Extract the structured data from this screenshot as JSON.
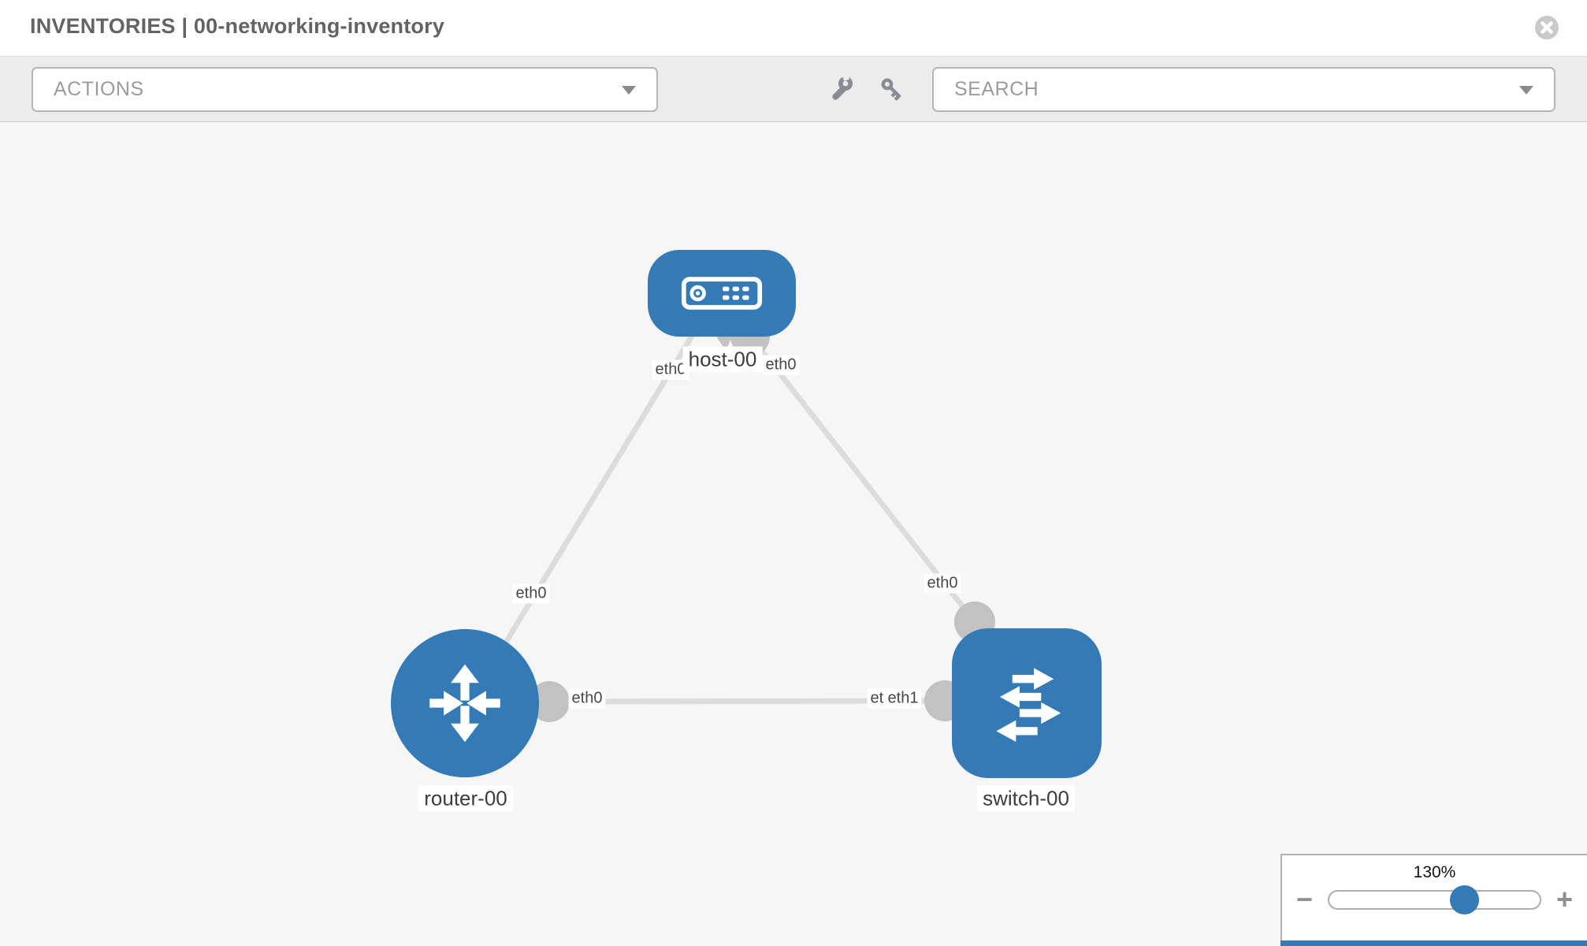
{
  "header": {
    "title": "INVENTORIES | 00-networking-inventory",
    "close_icon": "x-circle"
  },
  "toolbar": {
    "actions_label": "ACTIONS",
    "search_label": "SEARCH",
    "icons": [
      "wrench",
      "key"
    ],
    "dropdown_caret_icon": "caret-down"
  },
  "topology": {
    "nodes": [
      {
        "id": "host-00",
        "label": "host-00",
        "type": "host",
        "icon": "host-device-icon"
      },
      {
        "id": "router-00",
        "label": "router-00",
        "type": "router",
        "icon": "router-arrows-icon"
      },
      {
        "id": "switch-00",
        "label": "switch-00",
        "type": "switch",
        "icon": "switch-arrows-icon"
      }
    ],
    "links": [
      {
        "from": "host-00",
        "from_iface": "eth0",
        "to": "router-00",
        "to_iface": "eth0"
      },
      {
        "from": "host-00",
        "from_iface": "eth0",
        "to": "switch-00",
        "to_iface": "eth0"
      },
      {
        "from": "router-00",
        "from_iface": "eth0",
        "to": "switch-00",
        "to_iface": "eth1",
        "to_iface_behind": "eth0"
      }
    ]
  },
  "zoom_control": {
    "level": "130%",
    "percent_position": 64,
    "minus_label": "−",
    "plus_label": "+"
  },
  "colors": {
    "node_blue": "#337ab7",
    "link_gray": "#dcdcdc",
    "interface_gray": "#c2c2c2",
    "toolbar_bg": "#ececec",
    "canvas_bg": "#f6f6f6"
  }
}
